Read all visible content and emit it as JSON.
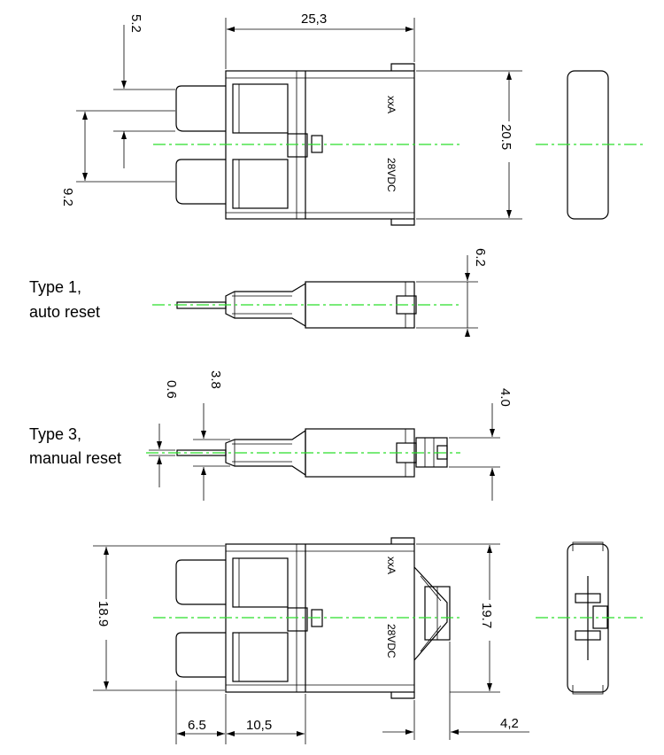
{
  "dimensions": {
    "top_width": "25,3",
    "top_pin_width": "5.2",
    "top_pin_pitch": "9.2",
    "top_height": "20.5",
    "type1_thickness": "6.2",
    "type3_blade_thick": "0.6",
    "type3_gap": "3.8",
    "type3_button": "4.0",
    "bottom_left_height": "18.9",
    "bottom_right_height": "19.7",
    "blade_length": "6.5",
    "body_length": "10,5",
    "button_extension": "4,2"
  },
  "labels": {
    "type1_line1": "Type 1,",
    "type1_line2": "auto reset",
    "type3_line1": "Type 3,",
    "type3_line2": "manual reset"
  },
  "body_text": {
    "rating_top": "xxA",
    "voltage_top": "28VDC",
    "rating_bottom": "xxA",
    "voltage_bottom": "28VDC"
  },
  "colors": {
    "centerline": "#2adf2a",
    "outline": "#000000"
  }
}
